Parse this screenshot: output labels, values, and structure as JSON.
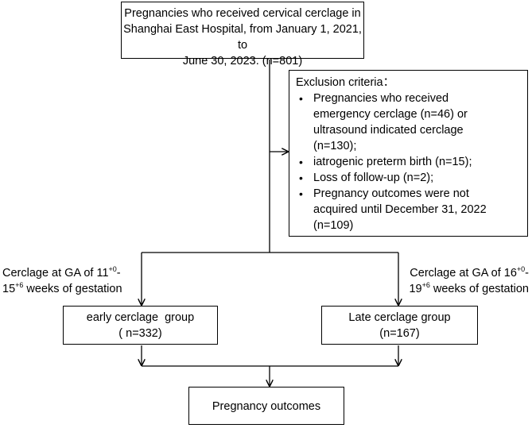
{
  "top_box": {
    "line1": "Pregnancies who received cervical cerclage in",
    "line2": "Shanghai East Hospital, from January 1, 2021, to",
    "line3": "June 30, 2023. (n=801)"
  },
  "exclusion": {
    "title": "Exclusion criteria：",
    "items": [
      {
        "lines": [
          "Pregnancies who received",
          "emergency cerclage (n=46) or",
          "ultrasound indicated cerclage",
          "(n=130);"
        ]
      },
      {
        "lines": [
          "iatrogenic preterm birth (n=15);"
        ]
      },
      {
        "lines": [
          "Loss of follow-up (n=2);"
        ]
      },
      {
        "lines": [
          "Pregnancy outcomes were not",
          "acquired until December 31, 2022",
          "(n=109)"
        ]
      }
    ]
  },
  "early_label": {
    "prefix": "Cerclage at GA of 11",
    "sup1": "+0",
    "mid": "-",
    "line2_prefix": "15",
    "sup2": "+6",
    "line2_suffix": " weeks of gestation"
  },
  "late_label": {
    "prefix": "Cerclage at GA of 16",
    "sup1": "+0",
    "mid": "-",
    "line2_prefix": "19",
    "sup2": "+6",
    "line2_suffix": " weeks of gestation"
  },
  "early_box": {
    "line1": "early cerclage  group",
    "line2": "( n=332)"
  },
  "late_box": {
    "line1": "Late cerclage group",
    "line2": "(n=167)"
  },
  "outcome_box": {
    "label": "Pregnancy outcomes"
  }
}
